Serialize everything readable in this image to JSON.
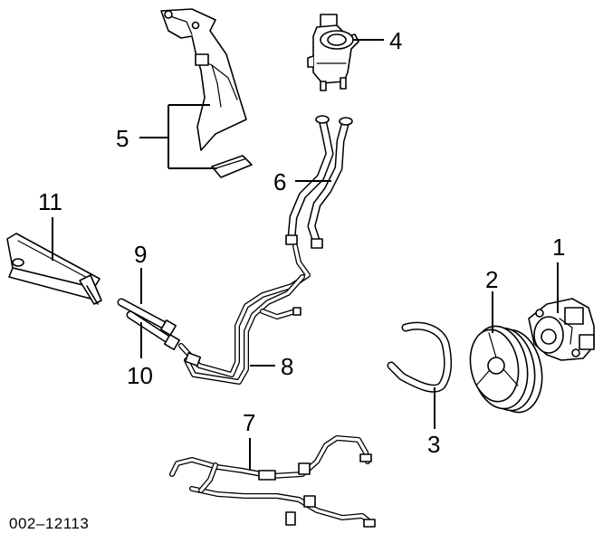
{
  "figure_number": "002‒12113",
  "callouts": {
    "c1": "1",
    "c2": "2",
    "c3": "3",
    "c4": "4",
    "c5": "5",
    "c6": "6",
    "c7": "7",
    "c8": "8",
    "c9": "9",
    "c10": "10",
    "c11": "11"
  }
}
